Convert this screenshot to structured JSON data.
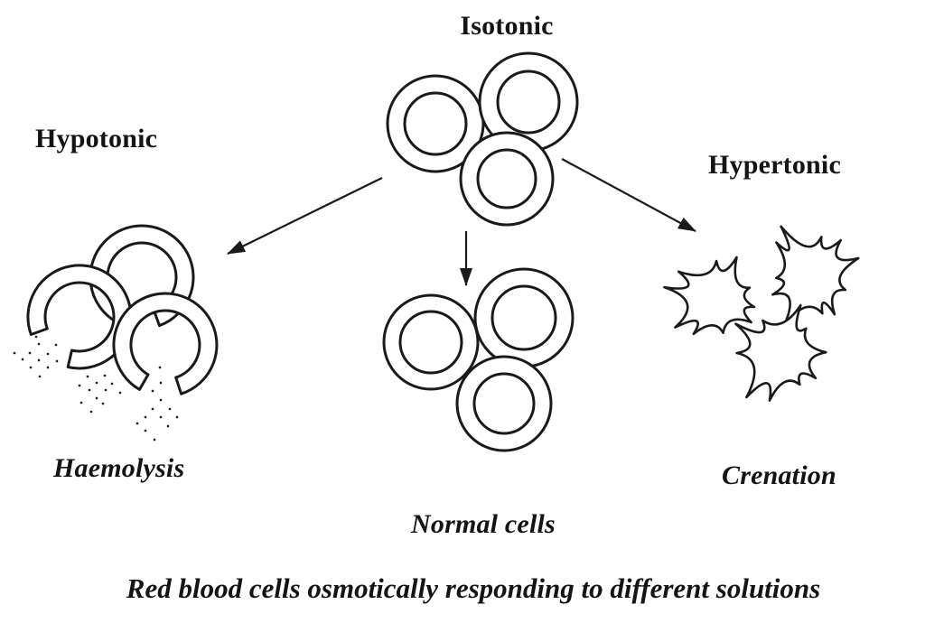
{
  "colors": {
    "ink": "#1a1a1a",
    "background": "#ffffff"
  },
  "condition_labels": {
    "isotonic": "Isotonic",
    "hypotonic": "Hypotonic",
    "hypertonic": "Hypertonic"
  },
  "outcome_labels": {
    "haemolysis": "Haemolysis",
    "normal_cells": "Normal cells",
    "crenation": "Crenation"
  },
  "caption": "Red blood cells osmotically responding to different solutions",
  "relationships": [
    {
      "solution": "Isotonic",
      "outcome": "Normal cells"
    },
    {
      "solution": "Hypotonic",
      "outcome": "Haemolysis"
    },
    {
      "solution": "Hypertonic",
      "outcome": "Crenation"
    }
  ]
}
